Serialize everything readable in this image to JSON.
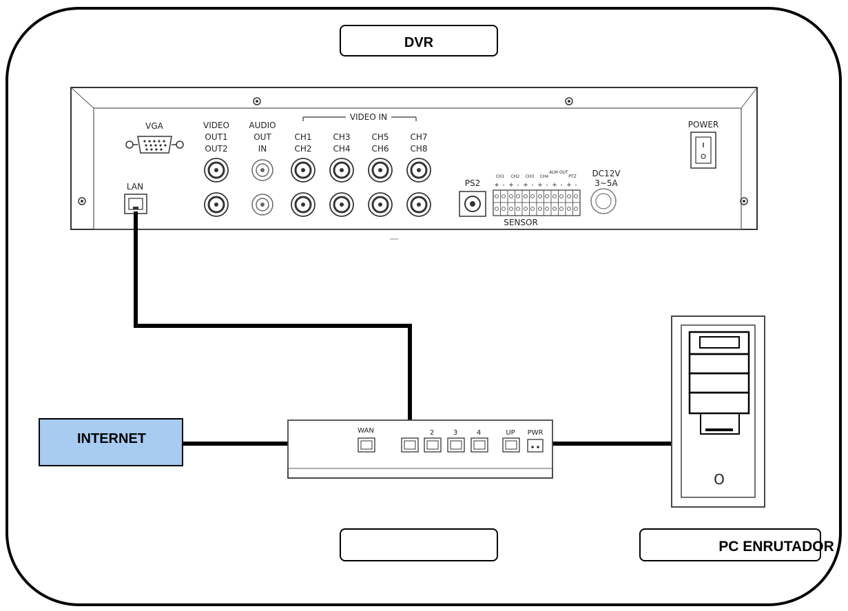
{
  "title": "DVR",
  "dvr_panel": {
    "vga": "VGA",
    "video_out": [
      "VIDEO",
      "OUT1",
      "OUT2"
    ],
    "audio": [
      "AUDIO",
      "OUT",
      "IN"
    ],
    "video_in": "VIDEO IN",
    "channels": [
      [
        "CH1",
        "CH2"
      ],
      [
        "CH3",
        "CH4"
      ],
      [
        "CH5",
        "CH6"
      ],
      [
        "CH7",
        "CH8"
      ]
    ],
    "lan": "LAN",
    "ps2": "PS2",
    "sensor_top": [
      "CH1",
      "CH2",
      "CH3",
      "CH4",
      "ALM OUT",
      "PTZ"
    ],
    "sensor_pm": [
      "+",
      "-",
      "+",
      "-",
      "+",
      "-",
      "+",
      "-",
      "+",
      "-",
      "+",
      "-"
    ],
    "sensor": "SENSOR",
    "dc": [
      "DC12V",
      "3~5A"
    ],
    "power": "POWER"
  },
  "router": {
    "wan": "WAN",
    "port2": "2",
    "port3": "3",
    "port4": "4",
    "up": "UP",
    "pwr": "PWR"
  },
  "internet": "INTERNET",
  "bottom_center_label": "",
  "pc_label": "PC ENRUTADOR",
  "pc_power_symbol": "O",
  "colors": {
    "internet_fill": "#a7cbf1",
    "cable": "#000000"
  }
}
